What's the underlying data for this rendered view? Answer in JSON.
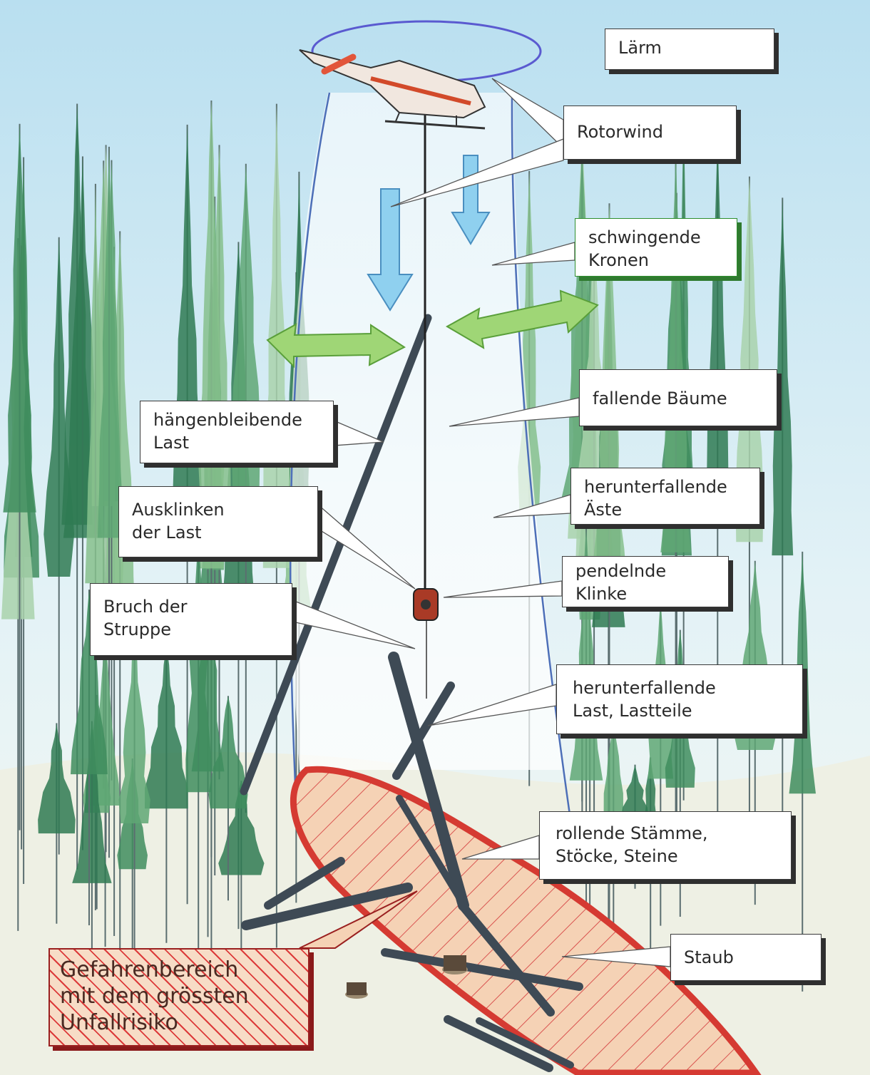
{
  "labels": {
    "laerm": "Lärm",
    "rotorwind": "Rotorwind",
    "schwingende_kronen": "schwingende\nKronen",
    "fallende_baeume": "fallende Bäume",
    "haengenbleibende_last": "hängenbleibende\nLast",
    "herunterfallende_aeste": "herunterfallende\nÄste",
    "ausklinken_der_last": "Ausklinken\nder Last",
    "pendelnde_klinke": "pendelnde\nKlinke",
    "bruch_der_struppe": "Bruch der\nStruppe",
    "herunterfallende_last": "herunterfallende\nLast, Lastteile",
    "rollende_staemme": "rollende Stämme,\nStöcke, Steine",
    "staub": "Staub",
    "gefahrenbereich": "Gefahrenbereich\nmit dem grössten\nUnfallrisiko"
  },
  "colors": {
    "sky_top": "#b9dff0",
    "sky_bottom": "#eef7f8",
    "ground": "#f2f2ea",
    "conifer_light": "#9cc9a0",
    "conifer_dark": "#2f7f52",
    "trunk": "#3b4a55",
    "wind_arrow": "#8fd0ef",
    "sway_arrow": "#8fcf70",
    "danger_fill": "#f7dcc6",
    "danger_outline": "#d53a32",
    "rotor_disc": "#5a5ad0",
    "cable": "#222222"
  },
  "icons": {
    "helicopter": "helicopter-icon",
    "hook": "cargo-hook-icon",
    "stump": "tree-stump-icon"
  }
}
